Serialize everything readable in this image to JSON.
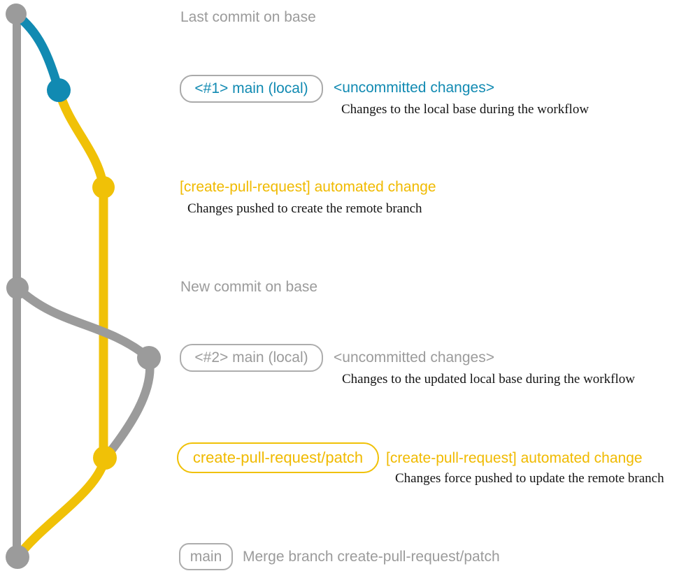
{
  "colors": {
    "gray": "#9b9b9b",
    "gray_border": "#adadad",
    "blue": "#118ab2",
    "yellow": "#f0c107",
    "yellow_text": "#f0ba00",
    "desc_text": "#141414"
  },
  "labels": {
    "last_commit": "Last commit on base",
    "badge_main_local_1": "<#1> main (local)",
    "uncommitted_1": "<uncommitted changes>",
    "desc_local_base": "Changes to the local base during the workflow",
    "automated_change_1": "[create-pull-request] automated change",
    "desc_pushed_create": "Changes pushed to create the remote branch",
    "new_commit": "New commit on base",
    "badge_main_local_2": "<#2> main (local)",
    "uncommitted_2": "<uncommitted changes>",
    "desc_updated_local_base": "Changes to the updated local base during the workflow",
    "badge_patch": "create-pull-request/patch",
    "automated_change_2": "[create-pull-request] automated change",
    "desc_force_pushed": "Changes force pushed to update the remote branch",
    "badge_main": "main",
    "merge_message": "Merge branch create-pull-request/patch"
  }
}
